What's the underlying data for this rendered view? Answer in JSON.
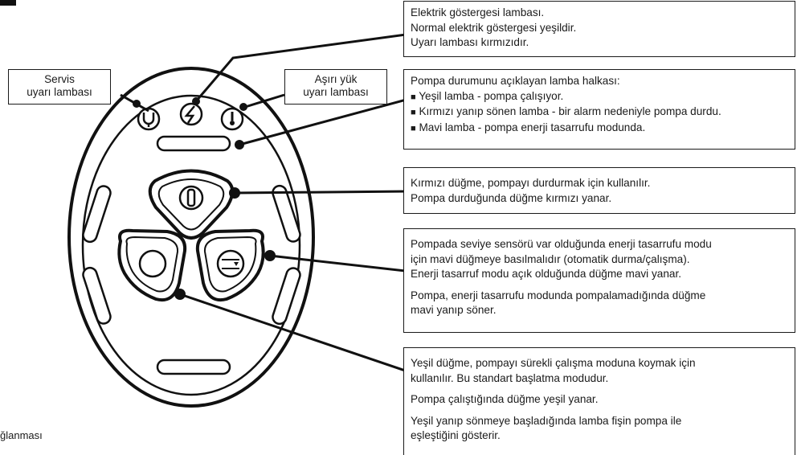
{
  "fragments": {
    "left_caption": "ğlanması"
  },
  "labels": {
    "service": [
      "Servis",
      "uyarı lambası"
    ],
    "overload": [
      "Aşırı yük",
      "uyarı lambası"
    ]
  },
  "callouts": {
    "power": [
      "Elektrik göstergesi lambası.",
      "Normal elektrik göstergesi yeşildir.",
      "Uyarı lambası kırmızıdır."
    ],
    "ring": {
      "intro": "Pompa durumunu açıklayan lamba halkası:",
      "items": [
        "Yeşil lamba - pompa çalışıyor.",
        "Kırmızı yanıp sönen lamba - bir alarm nedeniyle pompa durdu.",
        "Mavi lamba - pompa enerji tasarrufu modunda."
      ],
      "bullet": "■"
    },
    "red_button": [
      "Kırmızı düğme, pompayı durdurmak için kullanılır.",
      "Pompa durduğunda düğme kırmızı yanar."
    ],
    "blue_button": [
      "Pompada seviye sensörü var olduğunda enerji tasarrufu modu",
      "için mavi düğmeye basılmalıdır (otomatik durma/çalışma).",
      "Enerji tasarruf modu açık olduğunda düğme mavi yanar.",
      "Pompa, enerji tasarrufu modunda pompalamadığında düğme",
      "mavi yanıp söner."
    ],
    "green_button": [
      "Yeşil düğme, pompayı sürekli çalışma moduna koymak için",
      "kullanılır. Bu standart başlatma modudur.",
      "Pompa çalıştığında düğme yeşil yanar.",
      "Yeşil yanıp sönmeye başladığında lamba fişin pompa ile",
      "eşleştiğini gösterir."
    ]
  },
  "icons": {
    "service": "wrench-icon",
    "power": "lightning-icon",
    "overload": "thermometer-icon",
    "stop": "stop-icon",
    "start": "start-icon",
    "energy_saving": "level-sensor-icon"
  }
}
